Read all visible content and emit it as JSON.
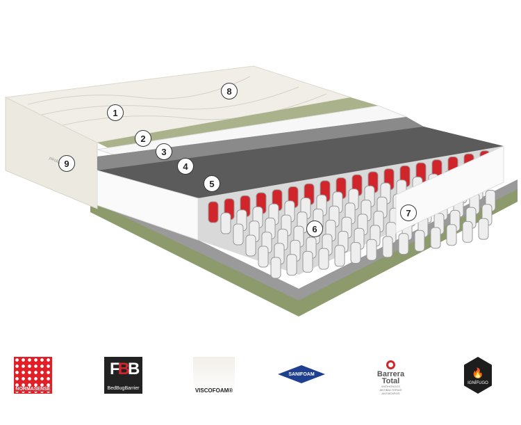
{
  "callouts": [
    "1",
    "2",
    "3",
    "4",
    "5",
    "6",
    "7",
    "8",
    "9"
  ],
  "side_brand": "pikolin",
  "logos": {
    "normasense": "NORMASENSE",
    "bedbug": {
      "mark": "FBB",
      "label": "BedBugBarrier"
    },
    "viscofoam": "VISCOFOAM®",
    "sanifoam": "SANIFOAM",
    "barrera": {
      "line1": "Barrera",
      "line2": "Total",
      "sub1": "ANTIHONGOS",
      "sub2": "ANTIBACTERIAS",
      "sub3": "ANTIÁCAROS"
    },
    "ignifugo": "IGNÍFUGO"
  },
  "colors": {
    "green": "#8d9a6b",
    "red": "#d0262b",
    "grey": "#5b5b5b"
  }
}
